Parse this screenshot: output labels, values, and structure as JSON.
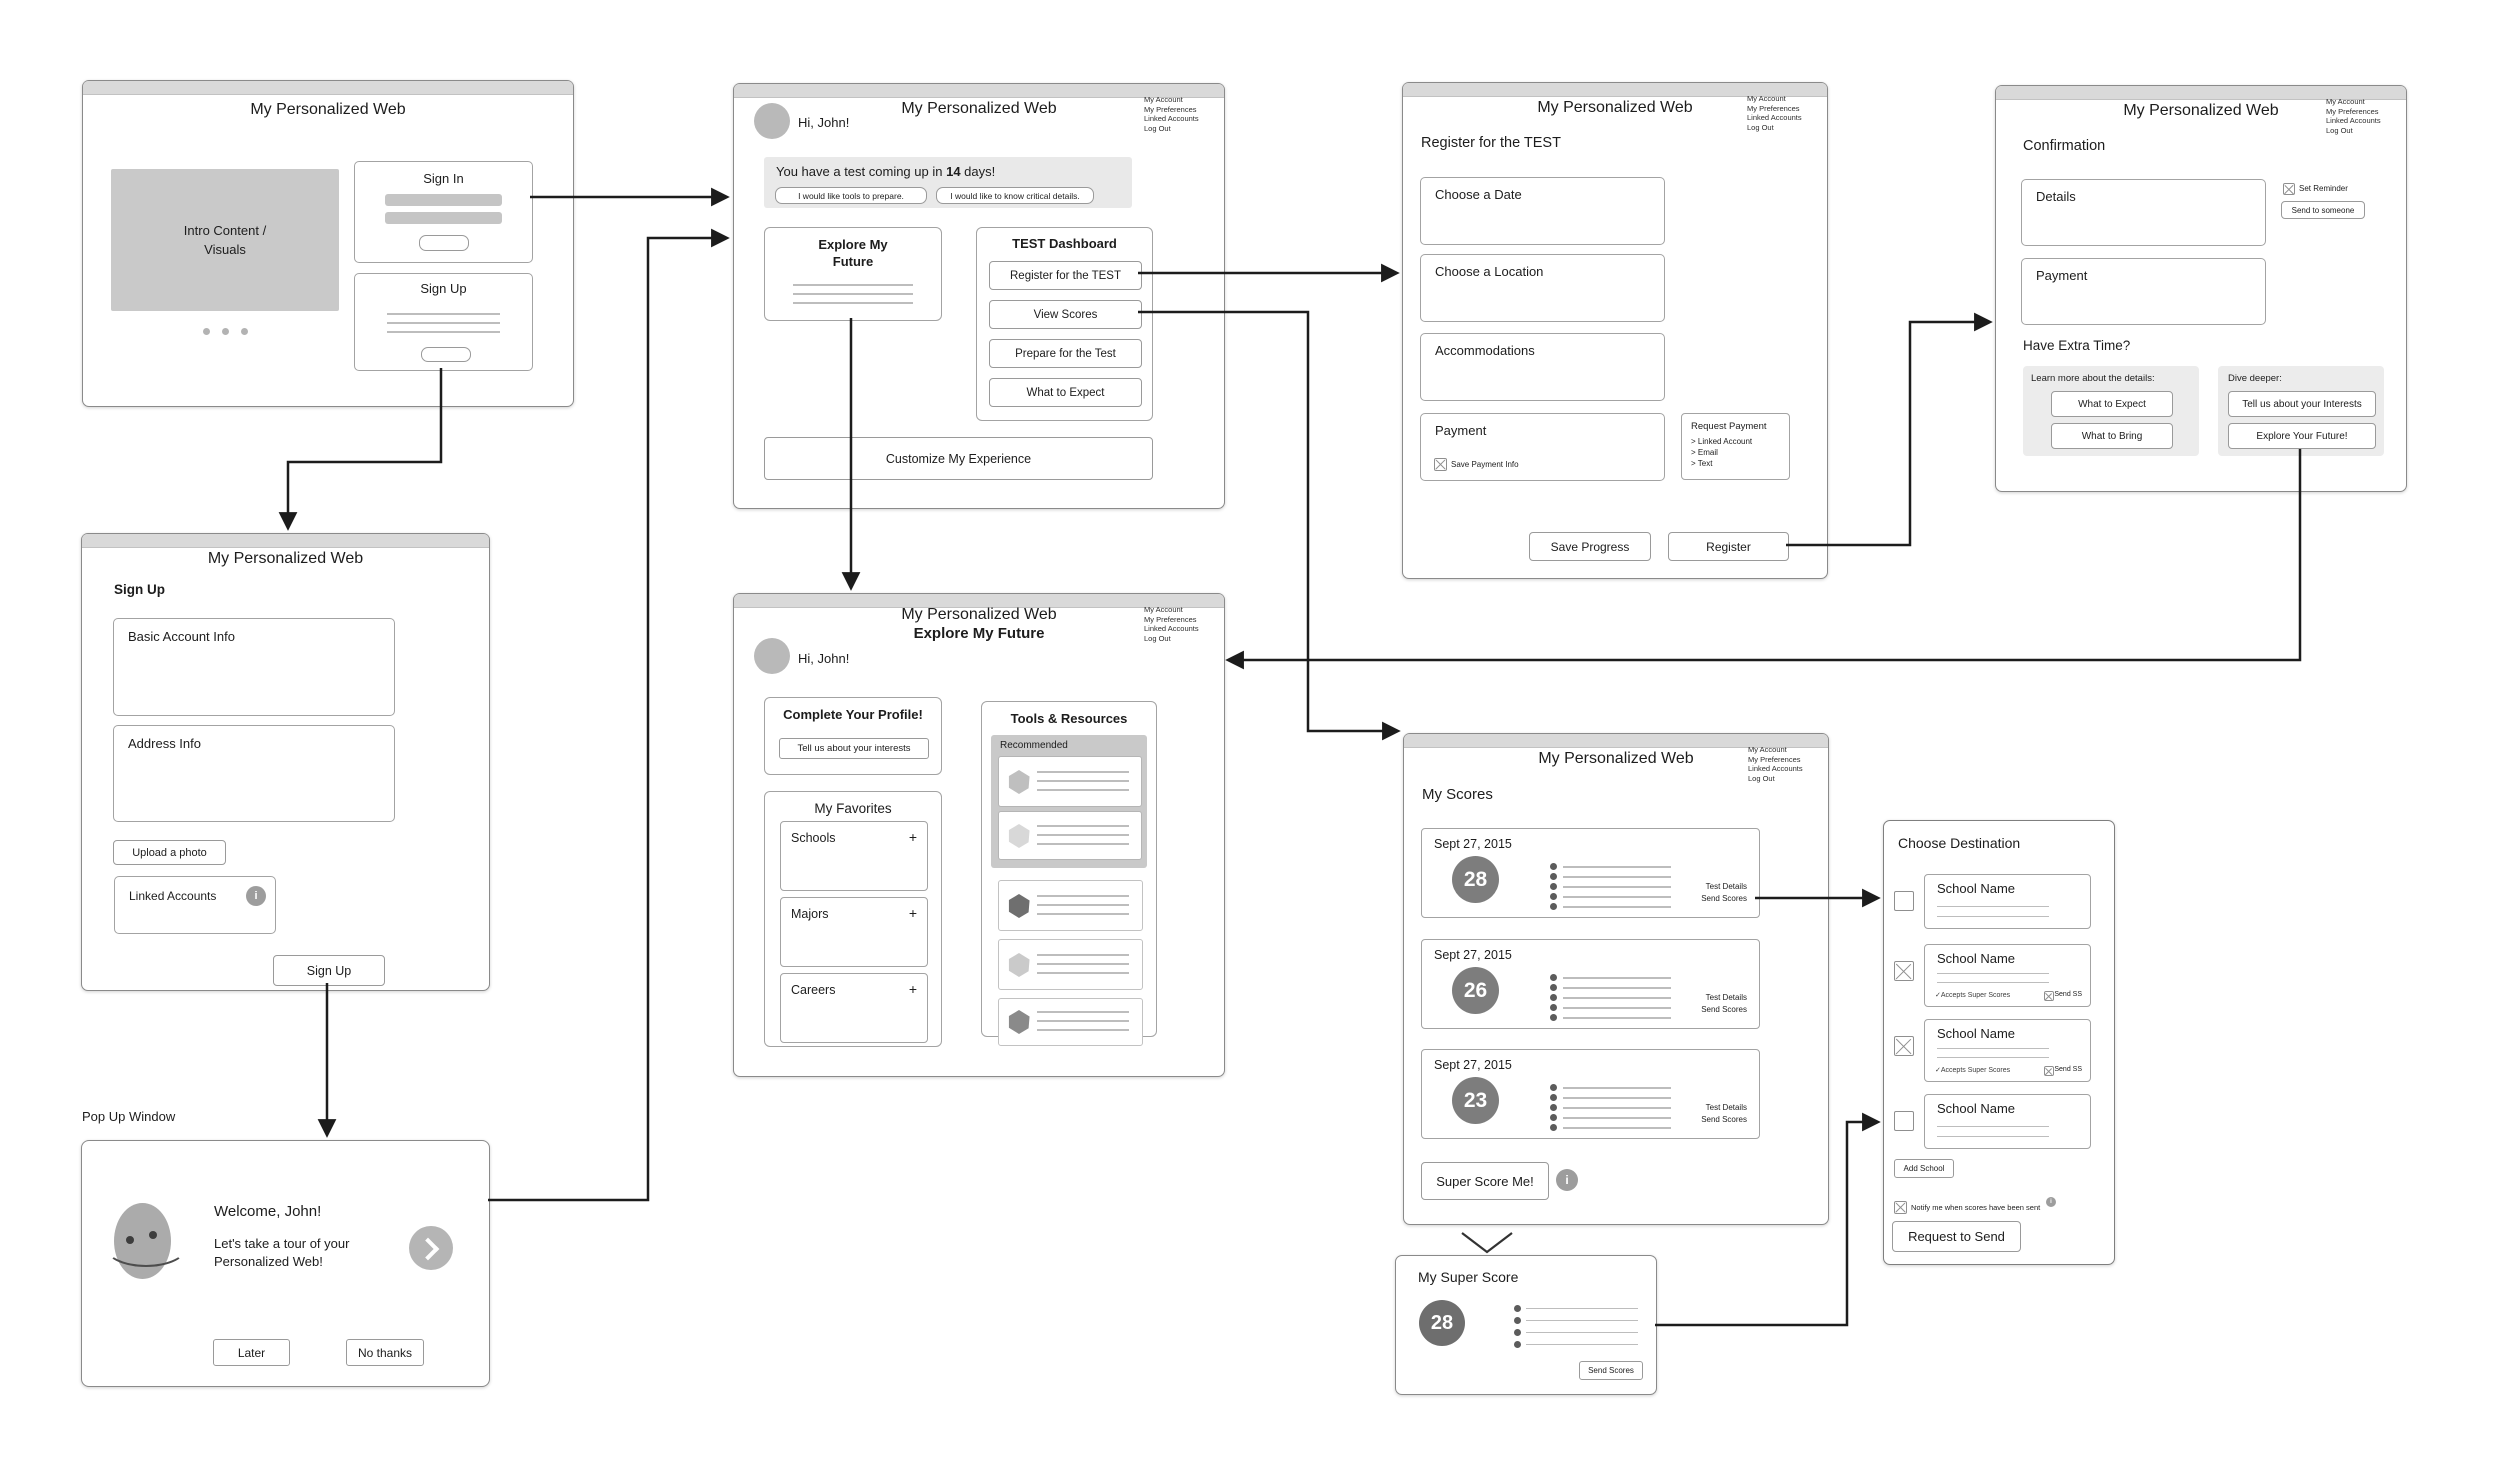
{
  "app_title": "My Personalized Web",
  "menu": [
    "My Account",
    "My Preferences",
    "Linked Accounts",
    "Log Out"
  ],
  "icons": {
    "info": "i",
    "plus": "+",
    "check": "✓"
  },
  "landing": {
    "intro_line1": "Intro Content /",
    "intro_line2": "Visuals",
    "sign_in_title": "Sign In",
    "sign_up_title": "Sign Up"
  },
  "dashboard": {
    "greeting": "Hi, John!",
    "banner": {
      "pre": "You have a test coming up in ",
      "days": "14",
      "post": " days!",
      "tools_btn": "I would like tools to prepare.",
      "details_btn": "I would like to know critical details."
    },
    "explore_card_line1": "Explore My",
    "explore_card_line2": "Future",
    "test_dashboard_title": "TEST Dashboard",
    "test_buttons": [
      "Register for the TEST",
      "View Scores",
      "Prepare for the Test",
      "What to Expect"
    ],
    "customize_btn": "Customize My Experience"
  },
  "register": {
    "heading": "Register for the TEST",
    "date_label": "Choose a Date",
    "location_label": "Choose a Location",
    "accommodations_label": "Accommodations",
    "payment_label": "Payment",
    "save_payment_label": "Save Payment Info",
    "request_payment": {
      "title": "Request Payment",
      "options": [
        "> Linked Account",
        "> Email",
        "> Text"
      ]
    },
    "save_progress_btn": "Save Progress",
    "register_btn": "Register"
  },
  "confirmation": {
    "heading": "Confirmation",
    "details_label": "Details",
    "set_reminder_label": "Set Reminder",
    "send_to_someone_btn": "Send to someone",
    "payment_label": "Payment",
    "extra_heading": "Have Extra Time?",
    "learn_panel": {
      "label": "Learn more about the details:",
      "buttons": [
        "What to Expect",
        "What to Bring"
      ]
    },
    "dive_panel": {
      "label": "Dive deeper:",
      "buttons": [
        "Tell us about your Interests",
        "Explore Your Future!"
      ]
    }
  },
  "signup": {
    "heading": "Sign Up",
    "basic_label": "Basic Account Info",
    "address_label": "Address Info",
    "upload_btn": "Upload a photo",
    "linked_label": "Linked Accounts",
    "submit_btn": "Sign Up"
  },
  "popup": {
    "window_label": "Pop Up Window",
    "welcome": "Welcome, John!",
    "tour_line1": "Let's take a tour of your",
    "tour_line2": "Personalized Web!",
    "later_btn": "Later",
    "no_thanks_btn": "No thanks"
  },
  "explore": {
    "subtitle": "Explore My Future",
    "greeting": "Hi, John!",
    "profile_card": {
      "title": "Complete Your Profile!",
      "interests_btn": "Tell us about your interests"
    },
    "favorites": {
      "title": "My Favorites",
      "items": [
        "Schools",
        "Majors",
        "Careers"
      ]
    },
    "tools": {
      "title": "Tools & Resources",
      "recommended_label": "Recommended"
    }
  },
  "scores": {
    "heading": "My Scores",
    "cards": [
      {
        "date": "Sept 27, 2015",
        "score": "28"
      },
      {
        "date": "Sept 27, 2015",
        "score": "26"
      },
      {
        "date": "Sept 27, 2015",
        "score": "23"
      }
    ],
    "test_details_link": "Test Details",
    "send_scores_link": "Send Scores",
    "super_score_btn": "Super Score Me!"
  },
  "superscore": {
    "title": "My Super Score",
    "score": "28",
    "send_btn": "Send Scores"
  },
  "destination": {
    "heading": "Choose Destination",
    "schools": [
      {
        "name": "School Name",
        "checked": false
      },
      {
        "name": "School Name",
        "checked": true,
        "accepts": "Accepts Super Scores",
        "send_ss": "Send SS"
      },
      {
        "name": "School Name",
        "checked": true,
        "accepts": "Accepts Super Scores",
        "send_ss": "Send SS"
      },
      {
        "name": "School Name",
        "checked": false
      }
    ],
    "add_school_btn": "Add School",
    "notify_label": "Notify me when scores have been sent",
    "request_btn": "Request to Send"
  }
}
